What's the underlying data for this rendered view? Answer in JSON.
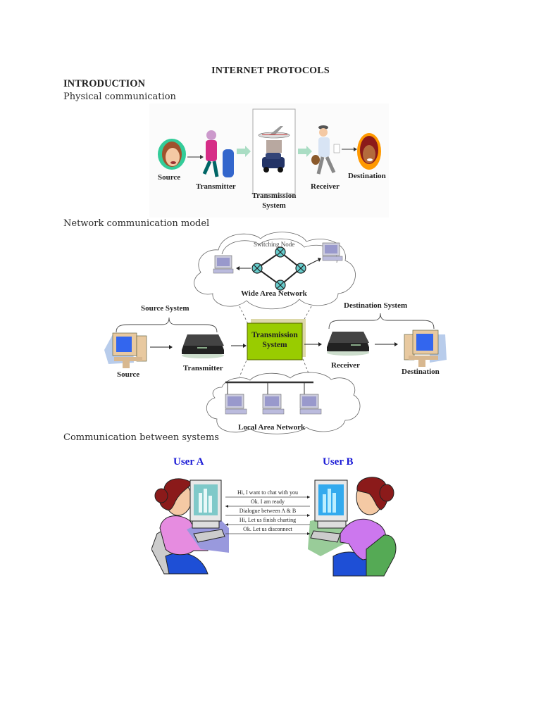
{
  "document": {
    "title": "INTERNET PROTOCOLS",
    "heading": "INTRODUCTION",
    "sections": [
      {
        "label": "Physical communication"
      },
      {
        "label": "Network communication model"
      },
      {
        "label": "Communication between systems"
      }
    ]
  },
  "figure_physical": {
    "labels": {
      "source": "Source",
      "transmitter": "Transmitter",
      "transmission_line1": "Transmission",
      "transmission_line2": "System",
      "receiver": "Receiver",
      "destination": "Destination"
    }
  },
  "figure_network": {
    "labels": {
      "switching_node": "Switching Node",
      "wan": "Wide Area Network",
      "source_system": "Source System",
      "destination_system": "Destination System",
      "transmission_line1": "Transmission",
      "transmission_line2": "System",
      "source": "Source",
      "transmitter": "Transmitter",
      "receiver": "Receiver",
      "destination": "Destination",
      "lan": "Local Area Network"
    },
    "colors": {
      "transmission_box": "#99cc00",
      "node_fill": "#66cccc",
      "monitor": "#9999cc"
    }
  },
  "figure_chat": {
    "user_a": "User A",
    "user_b": "User B",
    "messages": [
      {
        "text": "Hi, I want to chat with you",
        "direction": "right"
      },
      {
        "text": "Ok. I am ready",
        "direction": "left"
      },
      {
        "text": "Dialogue between A & B",
        "direction": "both"
      },
      {
        "text": "Hi, Let us finish charting",
        "direction": "left"
      },
      {
        "text": "Ok. Let us disconnect",
        "direction": "right"
      }
    ],
    "colors": {
      "user_label": "#1a1ad6"
    }
  }
}
